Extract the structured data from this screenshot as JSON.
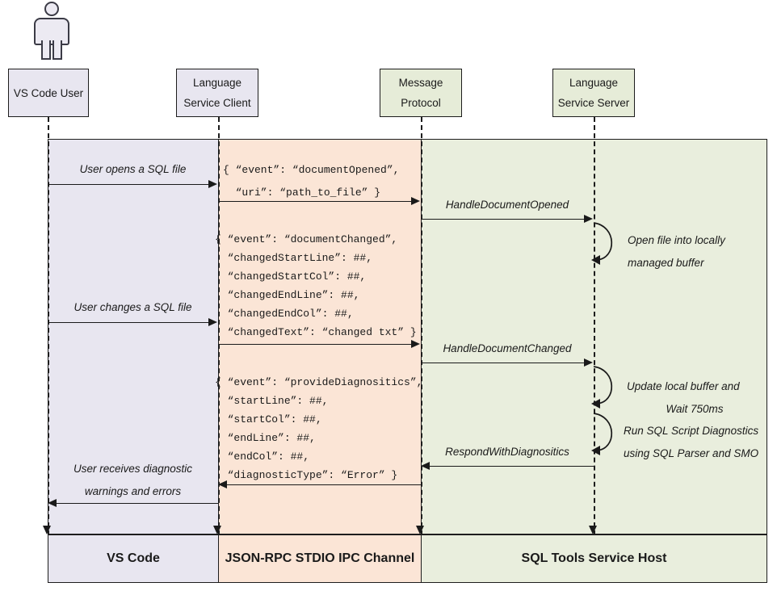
{
  "diagram": {
    "title": "SQL Tools Service language service sequence diagram",
    "actor_icon": "user-person-icon",
    "colors": {
      "vscode_band": "#e8e6f0",
      "ipc_band": "#fbe5d6",
      "service_band": "#e9eedd",
      "stroke": "#1d1d1d"
    }
  },
  "lifelines": [
    {
      "id": "vscode-user",
      "line1": "VS Code User",
      "line2": ""
    },
    {
      "id": "service-client",
      "line1": "Language",
      "line2": "Service Client"
    },
    {
      "id": "message-protocol",
      "line1": "Message",
      "line2": "Protocol"
    },
    {
      "id": "service-server",
      "line1": "Language",
      "line2": "Service Server"
    }
  ],
  "messages": {
    "user_opens": "User opens a SQL file",
    "user_changes": "User changes a SQL file",
    "user_receives_l1": "User receives diagnostic",
    "user_receives_l2": "warnings and errors",
    "handle_document_opened": "HandleDocumentOpened",
    "handle_document_changed": "HandleDocumentChanged",
    "respond_with_diagnostics": "RespondWithDiagnositics"
  },
  "self_calls": [
    {
      "id": "open-file-buffer",
      "line1": "Open file into locally",
      "line2": "managed buffer"
    },
    {
      "id": "update-buffer-wait",
      "line1": "Update local buffer and",
      "line2": "Wait 750ms"
    },
    {
      "id": "run-diagnostics",
      "line1": "Run SQL Script Diagnostics",
      "line2": "using SQL Parser and SMO"
    }
  ],
  "payloads": {
    "document_opened": [
      "{ “event”: “documentOpened”,",
      "  “uri”: “path_to_file” }"
    ],
    "document_changed": [
      "{ “event”: “documentChanged”,",
      "  “changedStartLine”: ##,",
      "  “changedStartCol”: ##,",
      "  “changedEndLine”: ##,",
      "  “changedEndCol”: ##,",
      "  “changedText”: “changed txt” }"
    ],
    "provide_diagnostics": [
      "{ “event”: “provideDiagnositics”,",
      "  “startLine”: ##,",
      "  “startCol”: ##,",
      "  “endLine”: ##,",
      "  “endCol”: ##,",
      "  “diagnosticType”: “Error” }"
    ]
  },
  "footer": {
    "vscode": "VS Code",
    "ipc": "JSON-RPC STDIO IPC Channel",
    "host": "SQL Tools Service Host"
  }
}
